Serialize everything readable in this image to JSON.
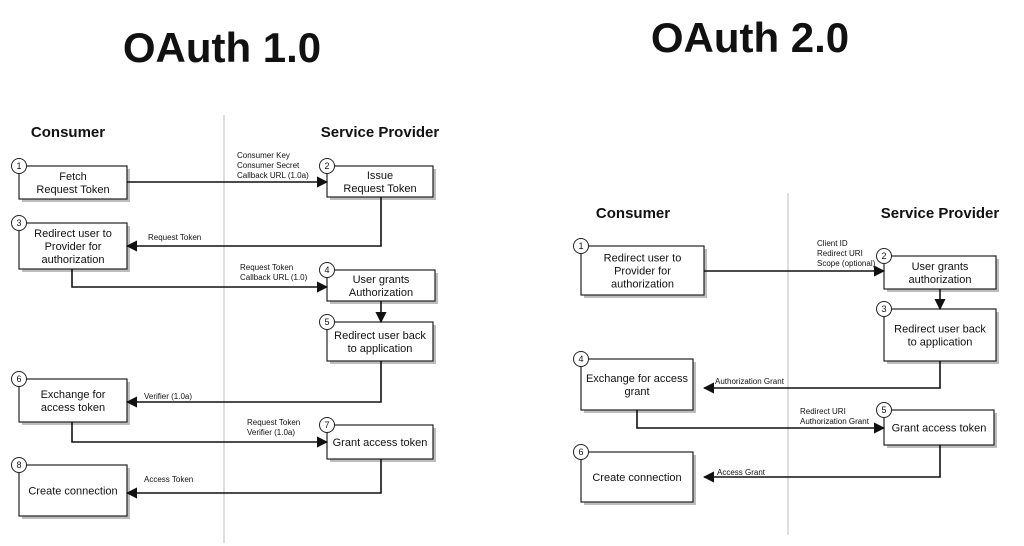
{
  "colors": {
    "ink": "#111111",
    "divider": "#c8c8c8",
    "shadow": "#bdbdbd"
  },
  "oauth1": {
    "title": "OAuth 1.0",
    "consumer": "Consumer",
    "provider": "Service Provider",
    "steps": [
      {
        "num": "1",
        "lines": [
          "Fetch",
          "Request Token"
        ]
      },
      {
        "num": "2",
        "lines": [
          "Issue",
          "Request Token"
        ]
      },
      {
        "num": "3",
        "lines": [
          "Redirect user to",
          "Provider for",
          "authorization"
        ]
      },
      {
        "num": "4",
        "lines": [
          "User grants",
          "Authorization"
        ]
      },
      {
        "num": "5",
        "lines": [
          "Redirect user back",
          "to application"
        ]
      },
      {
        "num": "6",
        "lines": [
          "Exchange for",
          "access token"
        ]
      },
      {
        "num": "7",
        "lines": [
          "Grant access token"
        ]
      },
      {
        "num": "8",
        "lines": [
          "Create connection"
        ]
      }
    ],
    "flows": [
      {
        "lines": [
          "Consumer Key",
          "Consumer Secret",
          "Callback URL (1.0a)"
        ]
      },
      {
        "lines": [
          "Request Token"
        ]
      },
      {
        "lines": [
          "Request Token",
          "Callback URL (1.0)"
        ]
      },
      {
        "lines": []
      },
      {
        "lines": [
          "Verifier (1.0a)"
        ]
      },
      {
        "lines": [
          "Request Token",
          "Verifier (1.0a)"
        ]
      },
      {
        "lines": [
          "Access Token"
        ]
      }
    ]
  },
  "oauth2": {
    "title": "OAuth 2.0",
    "consumer": "Consumer",
    "provider": "Service Provider",
    "steps": [
      {
        "num": "1",
        "lines": [
          "Redirect user to",
          "Provider for",
          "authorization"
        ]
      },
      {
        "num": "2",
        "lines": [
          "User grants",
          "authorization"
        ]
      },
      {
        "num": "3",
        "lines": [
          "Redirect user back",
          "to application"
        ]
      },
      {
        "num": "4",
        "lines": [
          "Exchange for access",
          "grant"
        ]
      },
      {
        "num": "5",
        "lines": [
          "Grant access token"
        ]
      },
      {
        "num": "6",
        "lines": [
          "Create connection"
        ]
      }
    ],
    "flows": [
      {
        "lines": [
          "Client ID",
          "Redirect URI",
          "Scope (optional)"
        ]
      },
      {
        "lines": []
      },
      {
        "lines": [
          "Authorization Grant"
        ]
      },
      {
        "lines": [
          "Redirect URI",
          "Authorization Grant"
        ]
      },
      {
        "lines": [
          "Access Grant"
        ]
      }
    ]
  }
}
